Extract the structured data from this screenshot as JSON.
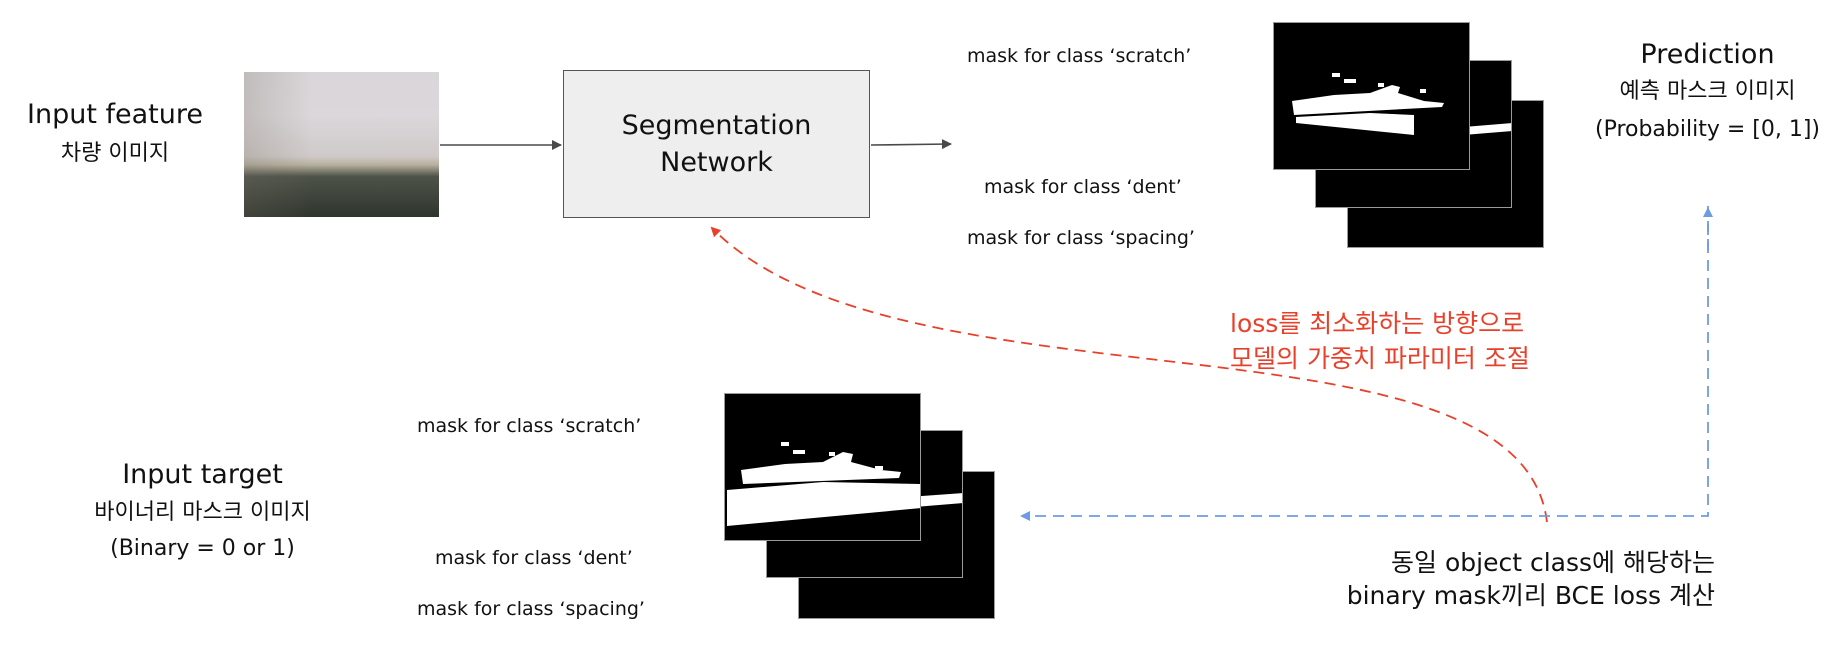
{
  "input_feature": {
    "title": "Input feature",
    "subtitle": "차량 이미지"
  },
  "network": {
    "line1": "Segmentation",
    "line2": "Network"
  },
  "prediction": {
    "title": "Prediction",
    "subtitle": "예측 마스크 이미지",
    "note": "(Probability = [0, 1])",
    "mask_labels": [
      "mask for class ‘scratch’",
      "mask for class ‘dent’",
      "mask for class ‘spacing’"
    ]
  },
  "target": {
    "title": "Input target",
    "subtitle": "바이너리 마스크 이미지",
    "note": "(Binary = 0 or 1)",
    "mask_labels": [
      "mask for class ‘scratch’",
      "mask for class ‘dent’",
      "mask for class ‘spacing’"
    ]
  },
  "loss_feedback": {
    "line1": "loss를 최소화하는 방향으로",
    "line2": "모델의 가중치 파라미터 조절",
    "color": "#e8402a"
  },
  "bce": {
    "line1": "동일 object class에 해당하는",
    "line2": "binary mask끼리 BCE loss 계산",
    "color": "#6f9be3"
  }
}
